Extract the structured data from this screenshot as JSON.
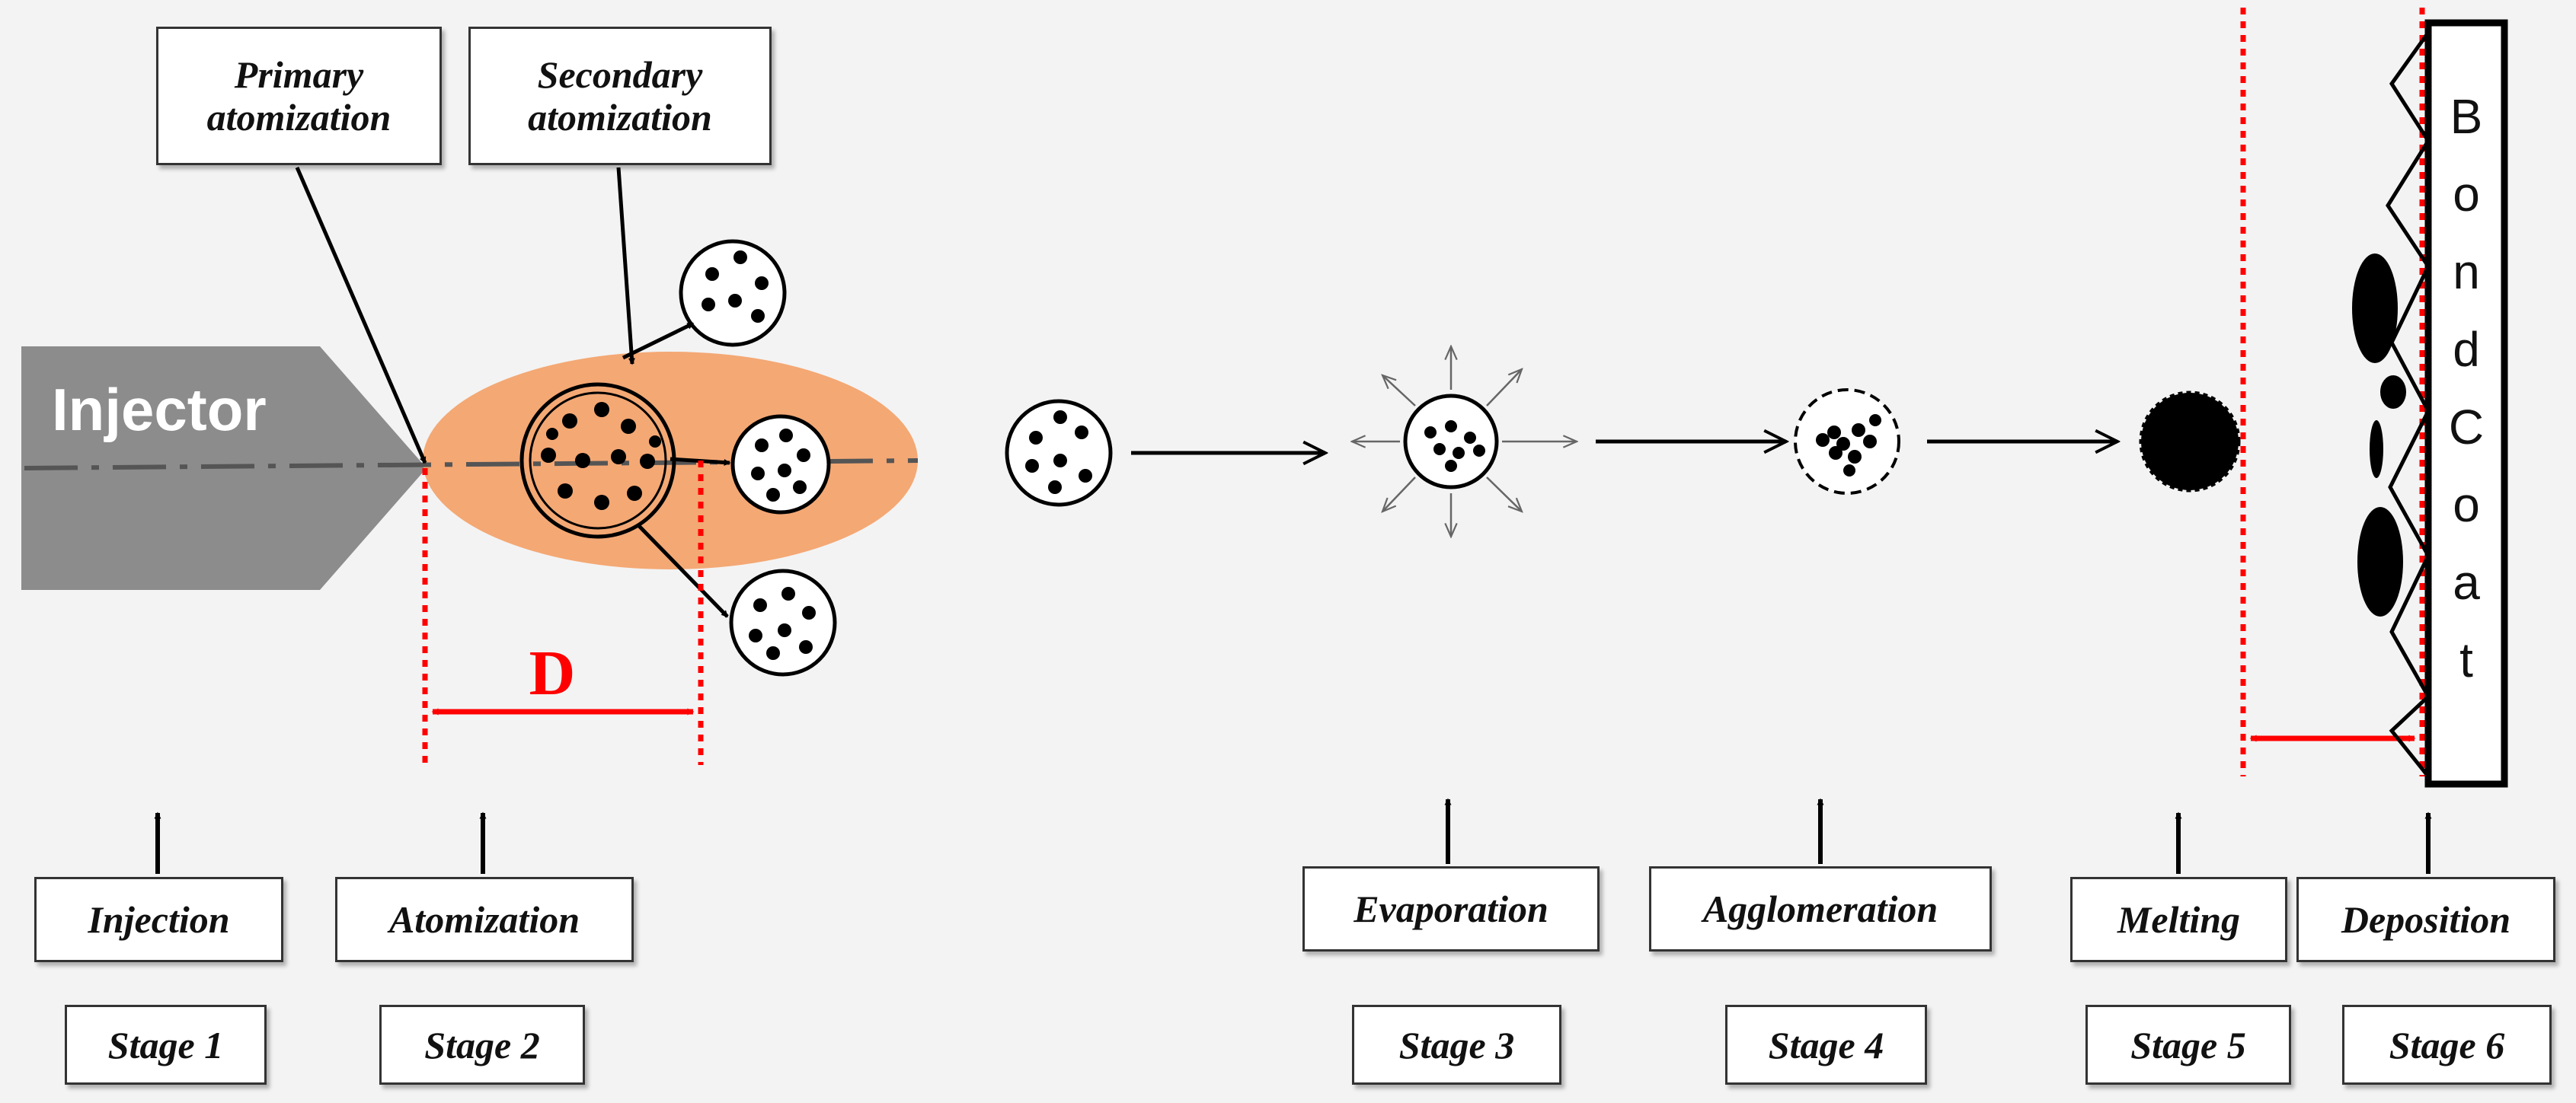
{
  "injector": {
    "label": "Injector"
  },
  "labels": {
    "primary_line1": "Primary",
    "primary_line2": "atomization",
    "secondary_line1": "Secondary",
    "secondary_line2": "atomization",
    "distance": "D"
  },
  "stages": [
    {
      "process": "Injection",
      "stage": "Stage 1"
    },
    {
      "process": "Atomization",
      "stage": "Stage 2"
    },
    {
      "process": "Evaporation",
      "stage": "Stage 3"
    },
    {
      "process": "Agglomeration",
      "stage": "Stage 4"
    },
    {
      "process": "Melting",
      "stage": "Stage 5"
    },
    {
      "process": "Deposition",
      "stage": "Stage 6"
    }
  ],
  "bondcoat": {
    "letters": [
      "B",
      "o",
      "n",
      "d",
      "C",
      "o",
      "a",
      "t"
    ]
  },
  "colors": {
    "injector": "#8c8c8c",
    "spray_plume": "#f4a874",
    "marker_line": "#ff0000",
    "arrow": "#000000"
  }
}
